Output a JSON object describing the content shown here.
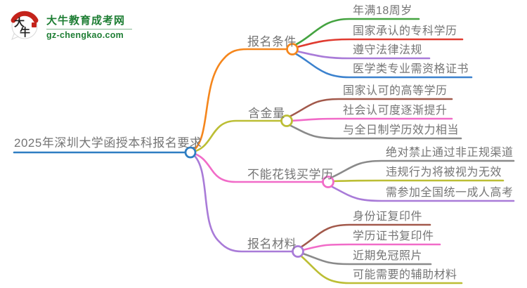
{
  "logo": {
    "icon_char1": "大",
    "icon_char2": "牛",
    "site_name": "大牛教育成考网",
    "site_url": "gz-chengkao.com",
    "brand_green": "#1E7E34",
    "brand_red": "#C4231B"
  },
  "palette": {
    "text_gray": "#757575",
    "root_blue": "#2F7EC2"
  },
  "mindmap": {
    "root": {
      "label": "2025年深圳大学函授本科报名要求",
      "color": "#2F7EC2"
    },
    "branches": [
      {
        "label": "报名条件",
        "color": "#F5861C",
        "children": [
          {
            "label": "年满18周岁",
            "color": "#44A340"
          },
          {
            "label": "国家承认的专科学历",
            "color": "#E03B30"
          },
          {
            "label": "遵守法律法规",
            "color": "#A97BD8"
          },
          {
            "label": "医学类专业需资格证书",
            "color": "#3C82CE"
          }
        ]
      },
      {
        "label": "含金量",
        "color": "#BCBE34",
        "children": [
          {
            "label": "国家认可的高等学历",
            "color": "#A2594B"
          },
          {
            "label": "社会认可度逐渐提升",
            "color": "#F16BC8"
          },
          {
            "label": "与全日制学历效力相当",
            "color": "#8A8A8A"
          }
        ]
      },
      {
        "label": "不能花钱买学历",
        "color": "#F16BC8",
        "children": [
          {
            "label": "绝对禁止通过非正规渠道",
            "color": "#8A8A8A"
          },
          {
            "label": "违规行为将被视为无效",
            "color": "#BCBE34"
          },
          {
            "label": "需参加全国统一成人高考",
            "color": "#A97BD8"
          }
        ]
      },
      {
        "label": "报名材料",
        "color": "#A97BD8",
        "children": [
          {
            "label": "身份证复印件",
            "color": "#A2594B"
          },
          {
            "label": "学历证书复印件",
            "color": "#F16BC8"
          },
          {
            "label": "近期免冠照片",
            "color": "#8A8A8A"
          },
          {
            "label": "可能需要的辅助材料",
            "color": "#BCBE34"
          }
        ]
      }
    ]
  }
}
